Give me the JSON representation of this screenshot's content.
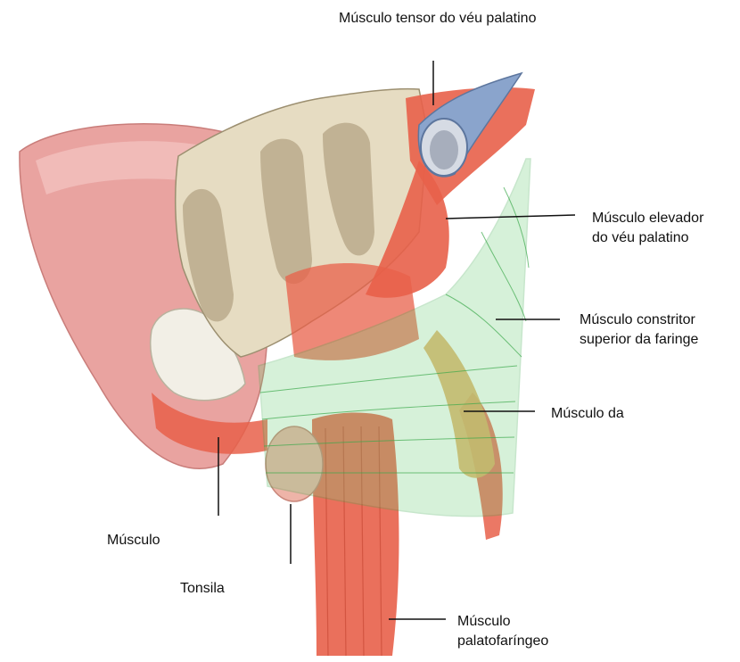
{
  "labels": {
    "tensor_veu_palatino": "Músculo tensor do véu palatino",
    "elevador_line1": "Músculo elevador",
    "elevador_line2": "do véu palatino",
    "constritor_line1": "Músculo constritor",
    "constritor_line2": "superior da faringe",
    "musculo_da": "Músculo da",
    "musculo": "Músculo",
    "tonsila": "Tonsila",
    "palatofaringeo_line1": "Músculo",
    "palatofaringeo_line2": "palatofaríngeo"
  },
  "colors": {
    "muscle": "#e8604a",
    "muscle_light": "#f0a090",
    "bone": "#e6dcc2",
    "bone_shadow": "#b8a888",
    "tongue": "#e9a3a0",
    "constrictor_mesh": "#6fd07a",
    "tube_blue": "#8aa4cc",
    "leader_line": "#111111"
  }
}
